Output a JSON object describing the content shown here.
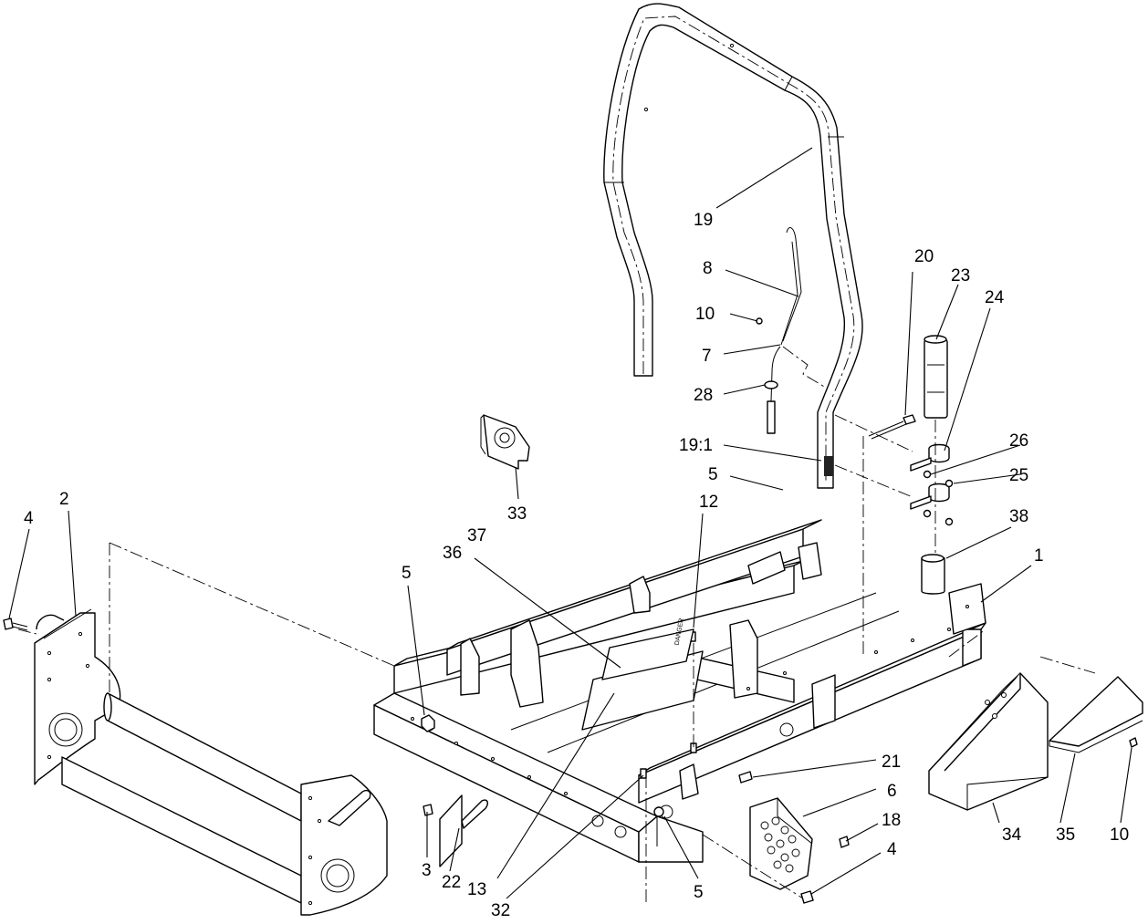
{
  "callouts": [
    {
      "id": "c19",
      "text": "19"
    },
    {
      "id": "c8",
      "text": "8"
    },
    {
      "id": "c10a",
      "text": "10"
    },
    {
      "id": "c7",
      "text": "7"
    },
    {
      "id": "c28",
      "text": "28"
    },
    {
      "id": "c20",
      "text": "20"
    },
    {
      "id": "c23",
      "text": "23"
    },
    {
      "id": "c24",
      "text": "24"
    },
    {
      "id": "c19-1",
      "text": "19:1"
    },
    {
      "id": "c26",
      "text": "26"
    },
    {
      "id": "c25",
      "text": "25"
    },
    {
      "id": "c5a",
      "text": "5"
    },
    {
      "id": "c12",
      "text": "12"
    },
    {
      "id": "c38",
      "text": "38"
    },
    {
      "id": "c33",
      "text": "33"
    },
    {
      "id": "c37",
      "text": "37"
    },
    {
      "id": "c36",
      "text": "36"
    },
    {
      "id": "c5b",
      "text": "5"
    },
    {
      "id": "c2",
      "text": "2"
    },
    {
      "id": "c4a",
      "text": "4"
    },
    {
      "id": "c1",
      "text": "1"
    },
    {
      "id": "c21",
      "text": "21"
    },
    {
      "id": "c6",
      "text": "6"
    },
    {
      "id": "c18",
      "text": "18"
    },
    {
      "id": "c4b",
      "text": "4"
    },
    {
      "id": "c3",
      "text": "3"
    },
    {
      "id": "c22",
      "text": "22"
    },
    {
      "id": "c13",
      "text": "13"
    },
    {
      "id": "c32",
      "text": "32"
    },
    {
      "id": "c5c",
      "text": "5"
    },
    {
      "id": "c34",
      "text": "34"
    },
    {
      "id": "c35",
      "text": "35"
    },
    {
      "id": "c10b",
      "text": "10"
    }
  ],
  "decal_text": "DANGER",
  "colors": {
    "ink": "#000000",
    "background": "#ffffff"
  }
}
